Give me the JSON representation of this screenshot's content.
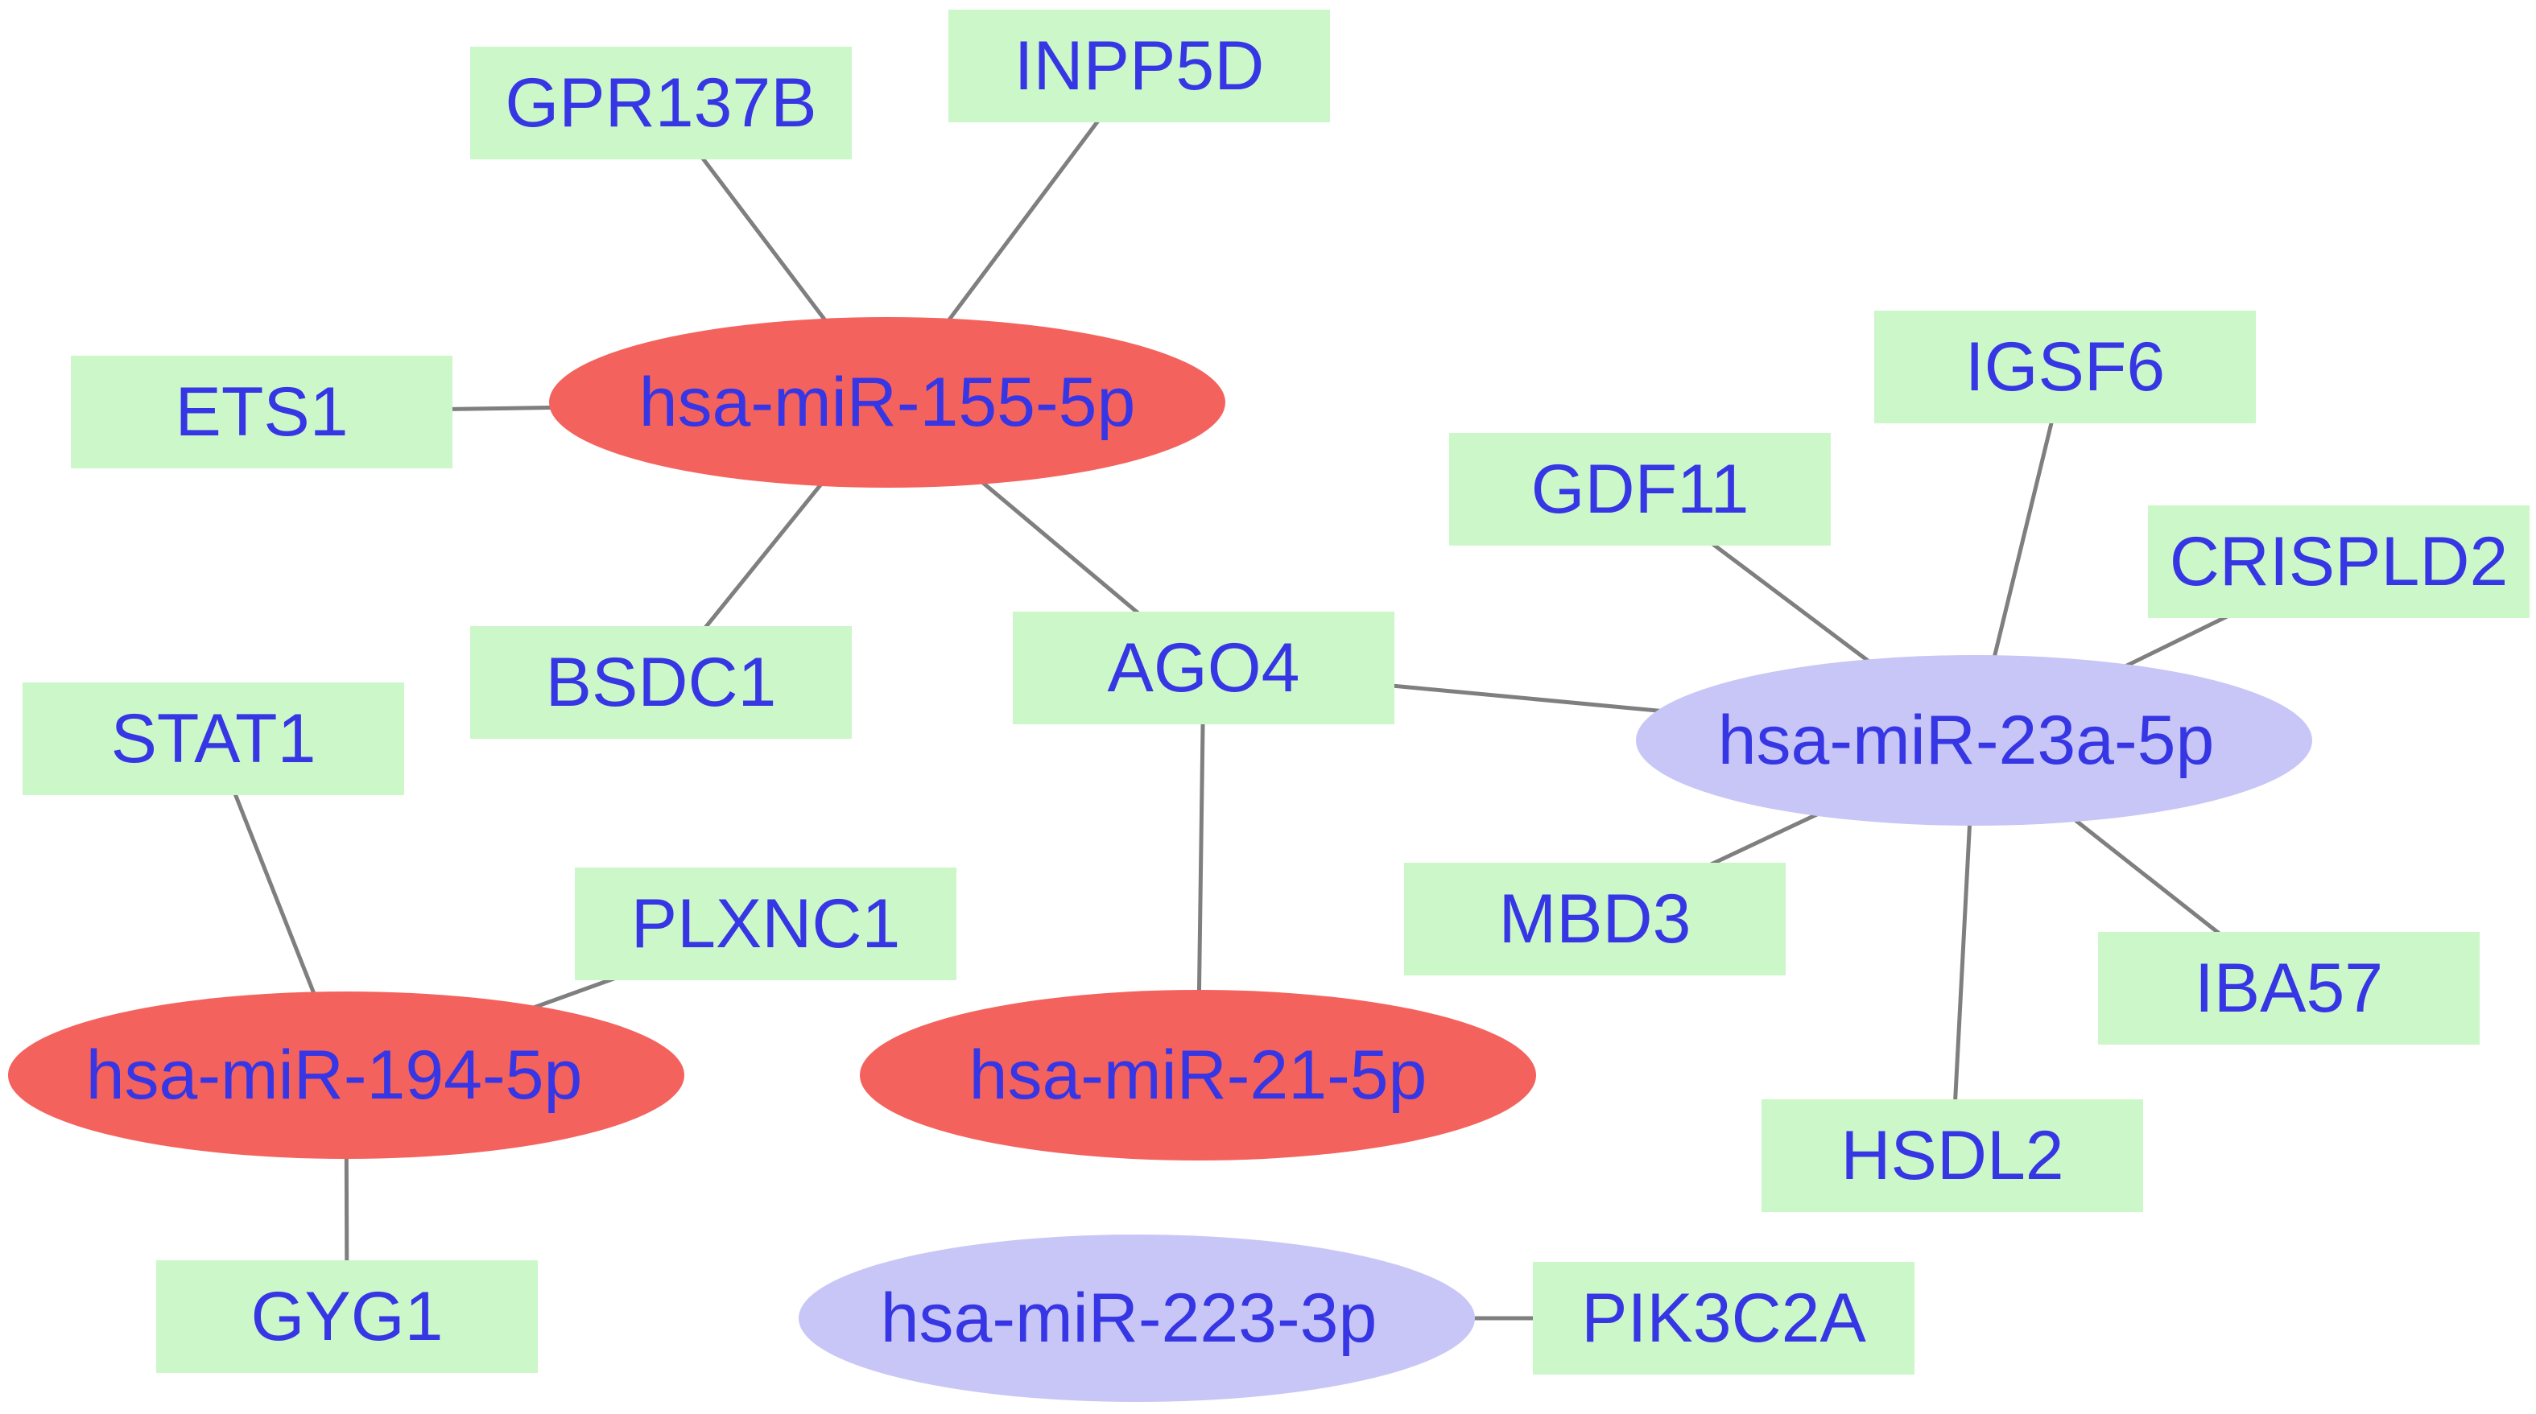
{
  "colors": {
    "background": "#ffffff",
    "up_mirna": "#f4625e",
    "down_mirna": "#c8c6f6",
    "gene": "#ccf7c9",
    "label": "#3636e4",
    "edge": "#7f7f7f"
  },
  "nodes": {
    "mir155": {
      "label": "hsa-miR-155-5p",
      "kind": "up_mirna"
    },
    "mir194": {
      "label": "hsa-miR-194-5p",
      "kind": "up_mirna"
    },
    "mir21": {
      "label": "hsa-miR-21-5p",
      "kind": "up_mirna"
    },
    "mir23a": {
      "label": "hsa-miR-23a-5p",
      "kind": "down_mirna"
    },
    "mir223": {
      "label": "hsa-miR-223-3p",
      "kind": "down_mirna"
    },
    "gpr137b": {
      "label": "GPR137B",
      "kind": "gene"
    },
    "inpp5d": {
      "label": "INPP5D",
      "kind": "gene"
    },
    "ets1": {
      "label": "ETS1",
      "kind": "gene"
    },
    "bsdc1": {
      "label": "BSDC1",
      "kind": "gene"
    },
    "ago4": {
      "label": "AGO4",
      "kind": "gene"
    },
    "stat1": {
      "label": "STAT1",
      "kind": "gene"
    },
    "plxnc1": {
      "label": "PLXNC1",
      "kind": "gene"
    },
    "gyg1": {
      "label": "GYG1",
      "kind": "gene"
    },
    "igsf6": {
      "label": "IGSF6",
      "kind": "gene"
    },
    "gdf11": {
      "label": "GDF11",
      "kind": "gene"
    },
    "crispld2": {
      "label": "CRISPLD2",
      "kind": "gene"
    },
    "mbd3": {
      "label": "MBD3",
      "kind": "gene"
    },
    "iba57": {
      "label": "IBA57",
      "kind": "gene"
    },
    "hsdl2": {
      "label": "HSDL2",
      "kind": "gene"
    },
    "pik3c2a": {
      "label": "PIK3C2A",
      "kind": "gene"
    }
  },
  "edges": [
    [
      "mir155",
      "gpr137b"
    ],
    [
      "mir155",
      "inpp5d"
    ],
    [
      "mir155",
      "ets1"
    ],
    [
      "mir155",
      "bsdc1"
    ],
    [
      "mir155",
      "ago4"
    ],
    [
      "mir21",
      "ago4"
    ],
    [
      "mir23a",
      "ago4"
    ],
    [
      "mir194",
      "stat1"
    ],
    [
      "mir194",
      "plxnc1"
    ],
    [
      "mir194",
      "gyg1"
    ],
    [
      "mir23a",
      "gdf11"
    ],
    [
      "mir23a",
      "igsf6"
    ],
    [
      "mir23a",
      "crispld2"
    ],
    [
      "mir23a",
      "mbd3"
    ],
    [
      "mir23a",
      "iba57"
    ],
    [
      "mir23a",
      "hsdl2"
    ],
    [
      "mir223",
      "pik3c2a"
    ]
  ]
}
